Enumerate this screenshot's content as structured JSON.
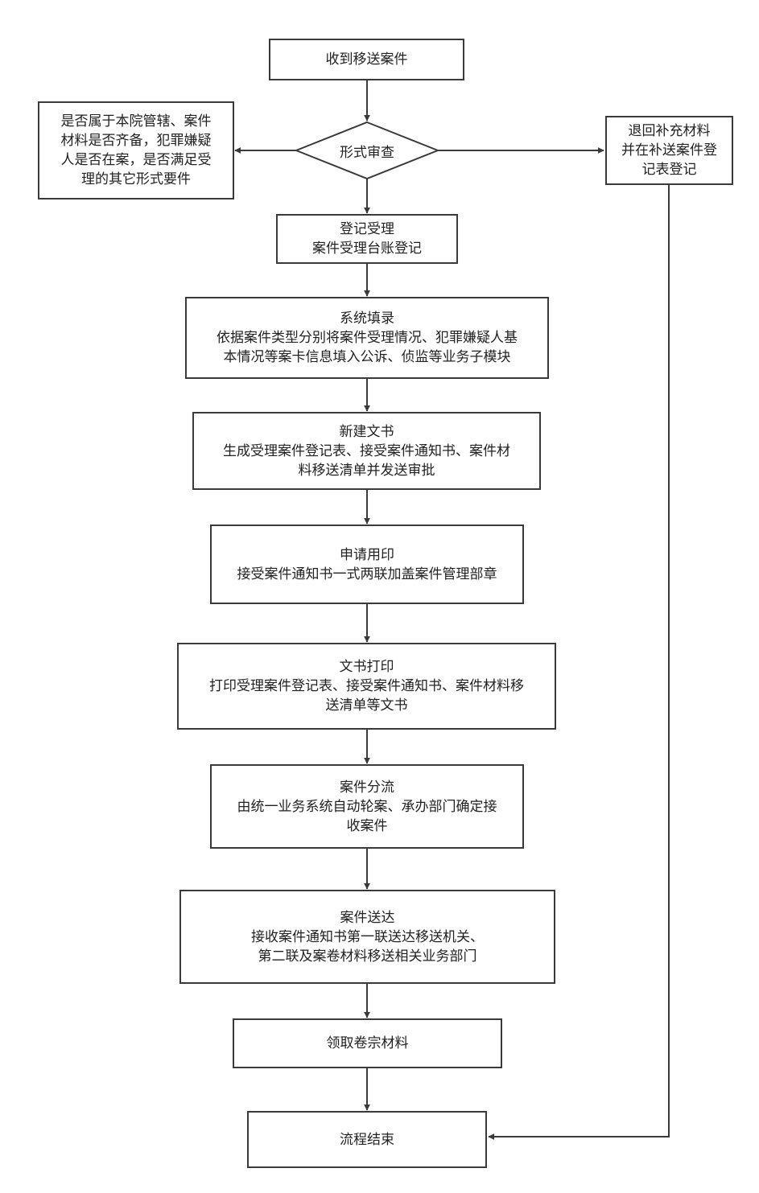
{
  "diagram": {
    "start": {
      "text": "收到移送案件"
    },
    "decision": {
      "text": "形式审查"
    },
    "criteria": {
      "lines": [
        "是否属于本院管辖、案件",
        "材料是否齐备，犯罪嫌疑",
        "人是否在案，是否满足受",
        "理的其它形式要件"
      ]
    },
    "return_step": {
      "lines": [
        "退回补充材料",
        "并在补送案件登",
        "记表登记"
      ]
    },
    "steps": [
      {
        "title": "登记受理",
        "lines": [
          "案件受理台账登记"
        ]
      },
      {
        "title": "系统填录",
        "lines": [
          "依据案件类型分别将案件受理情况、犯罪嫌疑人基",
          "本情况等案卡信息填入公诉、侦监等业务子模块"
        ]
      },
      {
        "title": "新建文书",
        "lines": [
          "生成受理案件登记表、接受案件通知书、案件材",
          "料移送清单并发送审批"
        ]
      },
      {
        "title": "申请用印",
        "lines": [
          "接受案件通知书一式两联加盖案件管理部章"
        ]
      },
      {
        "title": "文书打印",
        "lines": [
          "打印受理案件登记表、接受案件通知书、案件材料移",
          "送清单等文书"
        ]
      },
      {
        "title": "案件分流",
        "lines": [
          "由统一业务系统自动轮案、承办部门确定接",
          "收案件"
        ]
      },
      {
        "title": "案件送达",
        "lines": [
          "接收案件通知书第一联送达移送机关、",
          "第二联及案卷材料移送相关业务部门"
        ]
      },
      {
        "title": "领取卷宗材料",
        "lines": []
      }
    ],
    "end": {
      "text": "流程结束"
    }
  }
}
